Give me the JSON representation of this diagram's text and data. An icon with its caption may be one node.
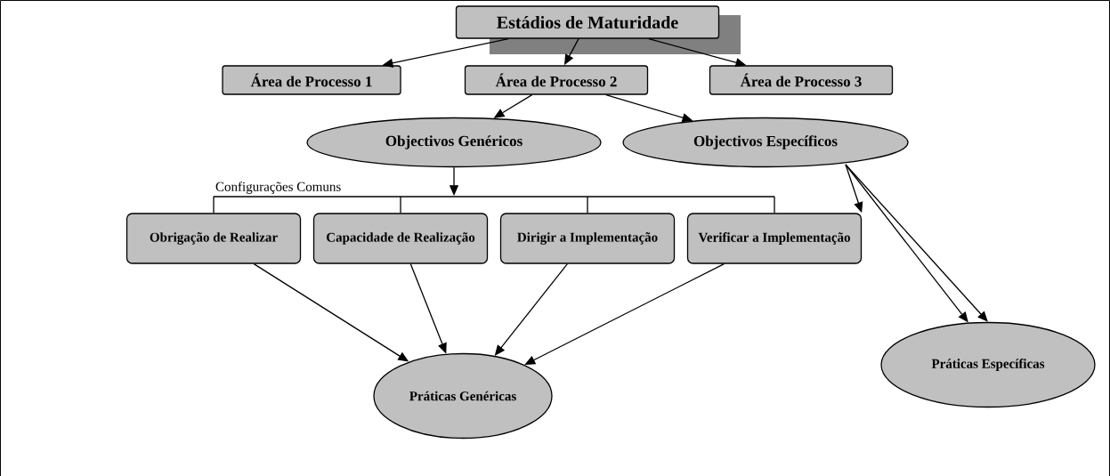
{
  "diagram": {
    "nodes": [
      {
        "text": [
          "Estádios de Maturidade"
        ]
      },
      {
        "text": [
          "Área de Processo 1"
        ]
      },
      {
        "text": [
          "Área de Processo 2"
        ]
      },
      {
        "text": [
          "Área de Processo 3"
        ]
      },
      {
        "text": [
          "Objectivos Genéricos"
        ]
      },
      {
        "text": [
          "Objectivos Específicos"
        ]
      },
      {
        "text": [
          "Configurações Comuns"
        ]
      },
      {
        "text": [
          "Obrigação de Realizar"
        ]
      },
      {
        "text": [
          "Capacidade de Realização"
        ]
      },
      {
        "text": [
          "Dirigir a Implementação"
        ]
      },
      {
        "text": [
          "Verificar a Implementação"
        ]
      },
      {
        "text": [
          "Práticas Específicas"
        ]
      },
      {
        "text": [
          "Práticas Genéricas"
        ]
      }
    ],
    "edges": [
      {
        "from": 0,
        "to": 1,
        "arrow": "to"
      },
      {
        "from": 0,
        "to": 2,
        "arrow": "to"
      },
      {
        "from": 0,
        "to": 3,
        "arrow": "to"
      },
      {
        "from": 2,
        "to": 4,
        "arrow": "to"
      },
      {
        "from": 2,
        "to": 5,
        "arrow": "to"
      },
      {
        "from": 4,
        "to": 6,
        "arrow": "to"
      },
      {
        "from": 6,
        "to": 7,
        "arrow": "none"
      },
      {
        "from": 6,
        "to": 8,
        "arrow": "none"
      },
      {
        "from": 6,
        "to": 9,
        "arrow": "none"
      },
      {
        "from": 6,
        "to": 10,
        "arrow": "none"
      },
      {
        "from": 5,
        "to": 10,
        "arrow": "to"
      },
      {
        "from": 5,
        "to": 11,
        "arrow": "to"
      },
      {
        "from": 5,
        "to": 11,
        "arrow": "to"
      },
      {
        "from": 7,
        "to": 12,
        "arrow": "to"
      },
      {
        "from": 8,
        "to": 12,
        "arrow": "to"
      },
      {
        "from": 9,
        "to": 12,
        "arrow": "to"
      },
      {
        "from": 10,
        "to": 12,
        "arrow": "to"
      }
    ]
  }
}
